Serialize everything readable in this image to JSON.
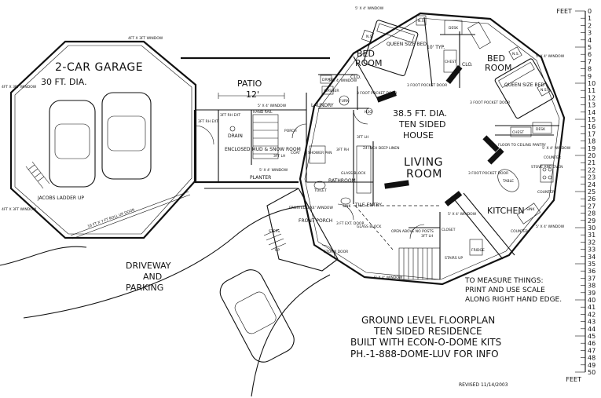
{
  "title_block": {
    "line1": "GROUND LEVEL FLOORPLAN",
    "line2": "TEN SIDED RESIDENCE",
    "line3": "BUILT WITH ECON-O-DOME KITS",
    "line4": "PH.-1-888-DOME-LUV FOR INFO",
    "revised": "REVISED 11/14/2003"
  },
  "measure_note": {
    "line1": "TO MEASURE THINGS:",
    "line2": "PRINT AND USE SCALE",
    "line3": "ALONG RIGHT HAND EDGE."
  },
  "scale": {
    "unit_top": "FEET",
    "unit_bottom": "FEET",
    "ticks": [
      "0",
      "1",
      "2",
      "3",
      "4",
      "5",
      "6",
      "7",
      "8",
      "9",
      "10",
      "11",
      "12",
      "13",
      "14",
      "15",
      "16",
      "17",
      "18",
      "19",
      "20",
      "21",
      "22",
      "23",
      "24",
      "25",
      "26",
      "27",
      "28",
      "29",
      "30",
      "31",
      "32",
      "33",
      "34",
      "35",
      "36",
      "37",
      "38",
      "39",
      "40",
      "41",
      "42",
      "43",
      "44",
      "45",
      "46",
      "47",
      "48",
      "49",
      "50"
    ]
  },
  "garage": {
    "title": "2-CAR GARAGE",
    "size": "30 FT. DIA.",
    "window_top": "4FT X 3FT WINDOW",
    "window_left": "4FT X 3FT WINDOW",
    "window_bottom_left": "4FT X 3FT WINDOW",
    "door": "16 FT X 7 FT ROLL UP DOOR",
    "ladder": "JACOBS LADDER UP"
  },
  "labels": {
    "driveway": "DRIVEWAY",
    "and": "AND",
    "parking": "PARKING",
    "patio": "PATIO",
    "patio_dim": "12'",
    "house_dia": "38.5 FT. DIA.",
    "house_name1": "TEN SIDED",
    "house_name2": "HOUSE",
    "living1": "LIVING",
    "living2": "ROOM",
    "bed1a": "BED",
    "bed1b": "ROOM",
    "bed2a": "BED",
    "bed2b": "ROOM",
    "queen_a": "QUEEN SIZE BED",
    "queen_b": "QUEEN SIZE BED",
    "laundry": "LAUNDRY",
    "kitchen": "KITCHEN",
    "bathroom": "BATHROOM",
    "entry": "TILE ENTRY",
    "front_porch": "FRONT PORCH",
    "mudroom": "ENCLOSED MUD & SNOW ROOM",
    "drain": "DRAIN",
    "closet": "CLOSET",
    "clo1": "CLO.",
    "clo2": "CLO.",
    "ten_typ": "10' TYP.",
    "chest": "CHEST",
    "desk": "DESK",
    "desk2": "DESK",
    "chest2": "CHEST",
    "ns1": "N.S.",
    "ns2": "N.S.",
    "ns3": "N.S.",
    "ns4": "N.S.",
    "pocket1": "3 FOOT POCKET DOOR",
    "pocket2": "3 FOOT POCKET DOOR",
    "pocket3": "3 FOOT POCKET DOOR",
    "pocket4": "3 FOOT POCKET DOOR",
    "pantry": "FLOOR TO CEILING PANTRY",
    "stove": "STOVE AND OVEN",
    "table": "TABLE",
    "counter1": "COUNTER",
    "counter2": "COUNTER",
    "counter3": "COUNTER",
    "sink": "SINK",
    "fridge": "FRIDGE",
    "open_above": "OPEN ABOVE NO POSTS",
    "stairs_up": "STAIRS UP",
    "shower": "SHOWER PAN",
    "glass_block": "GLASS BLOCK",
    "glass_block2": "GLASS BLOCK",
    "linen": "24 INCH DEEP LINEN",
    "toilet": "TOILET",
    "sink2": "SINK",
    "planter": "PLANTER",
    "coat": "COAT",
    "storm": "STORM DOOR",
    "frosted": "FROSTED 3'X4' WINDOW",
    "steps": "STEPS",
    "steps_up": "UP",
    "stairs_hand": "HAND RAIL",
    "porch": "PORCH",
    "dryer": "DRYER",
    "washer": "WASHER",
    "furn": "FURN",
    "hw": "H2O",
    "lh1": "3FT LH",
    "lh2": "3FT LH",
    "lh3": "3FT LH",
    "rh1": "3FT RH",
    "rh_ext1": "3FT RH EXT",
    "rh_ext2": "3FT RH EXT",
    "ext3": "3 FT EXT. DOOR",
    "ne_window": "5' X 4' WINDOW",
    "win_top": "5' X 4' WINDOW",
    "win_laundry": "5' X 4' WINDOW",
    "win_mud": "5' X 4' WINDOW",
    "win_right": "5' X 4' WINDOW",
    "win_br": "5' X 4' WINDOW",
    "win_bottom": "5' X 4' WINDOW",
    "win_kitchen": "5' X 4' WINDOW"
  }
}
